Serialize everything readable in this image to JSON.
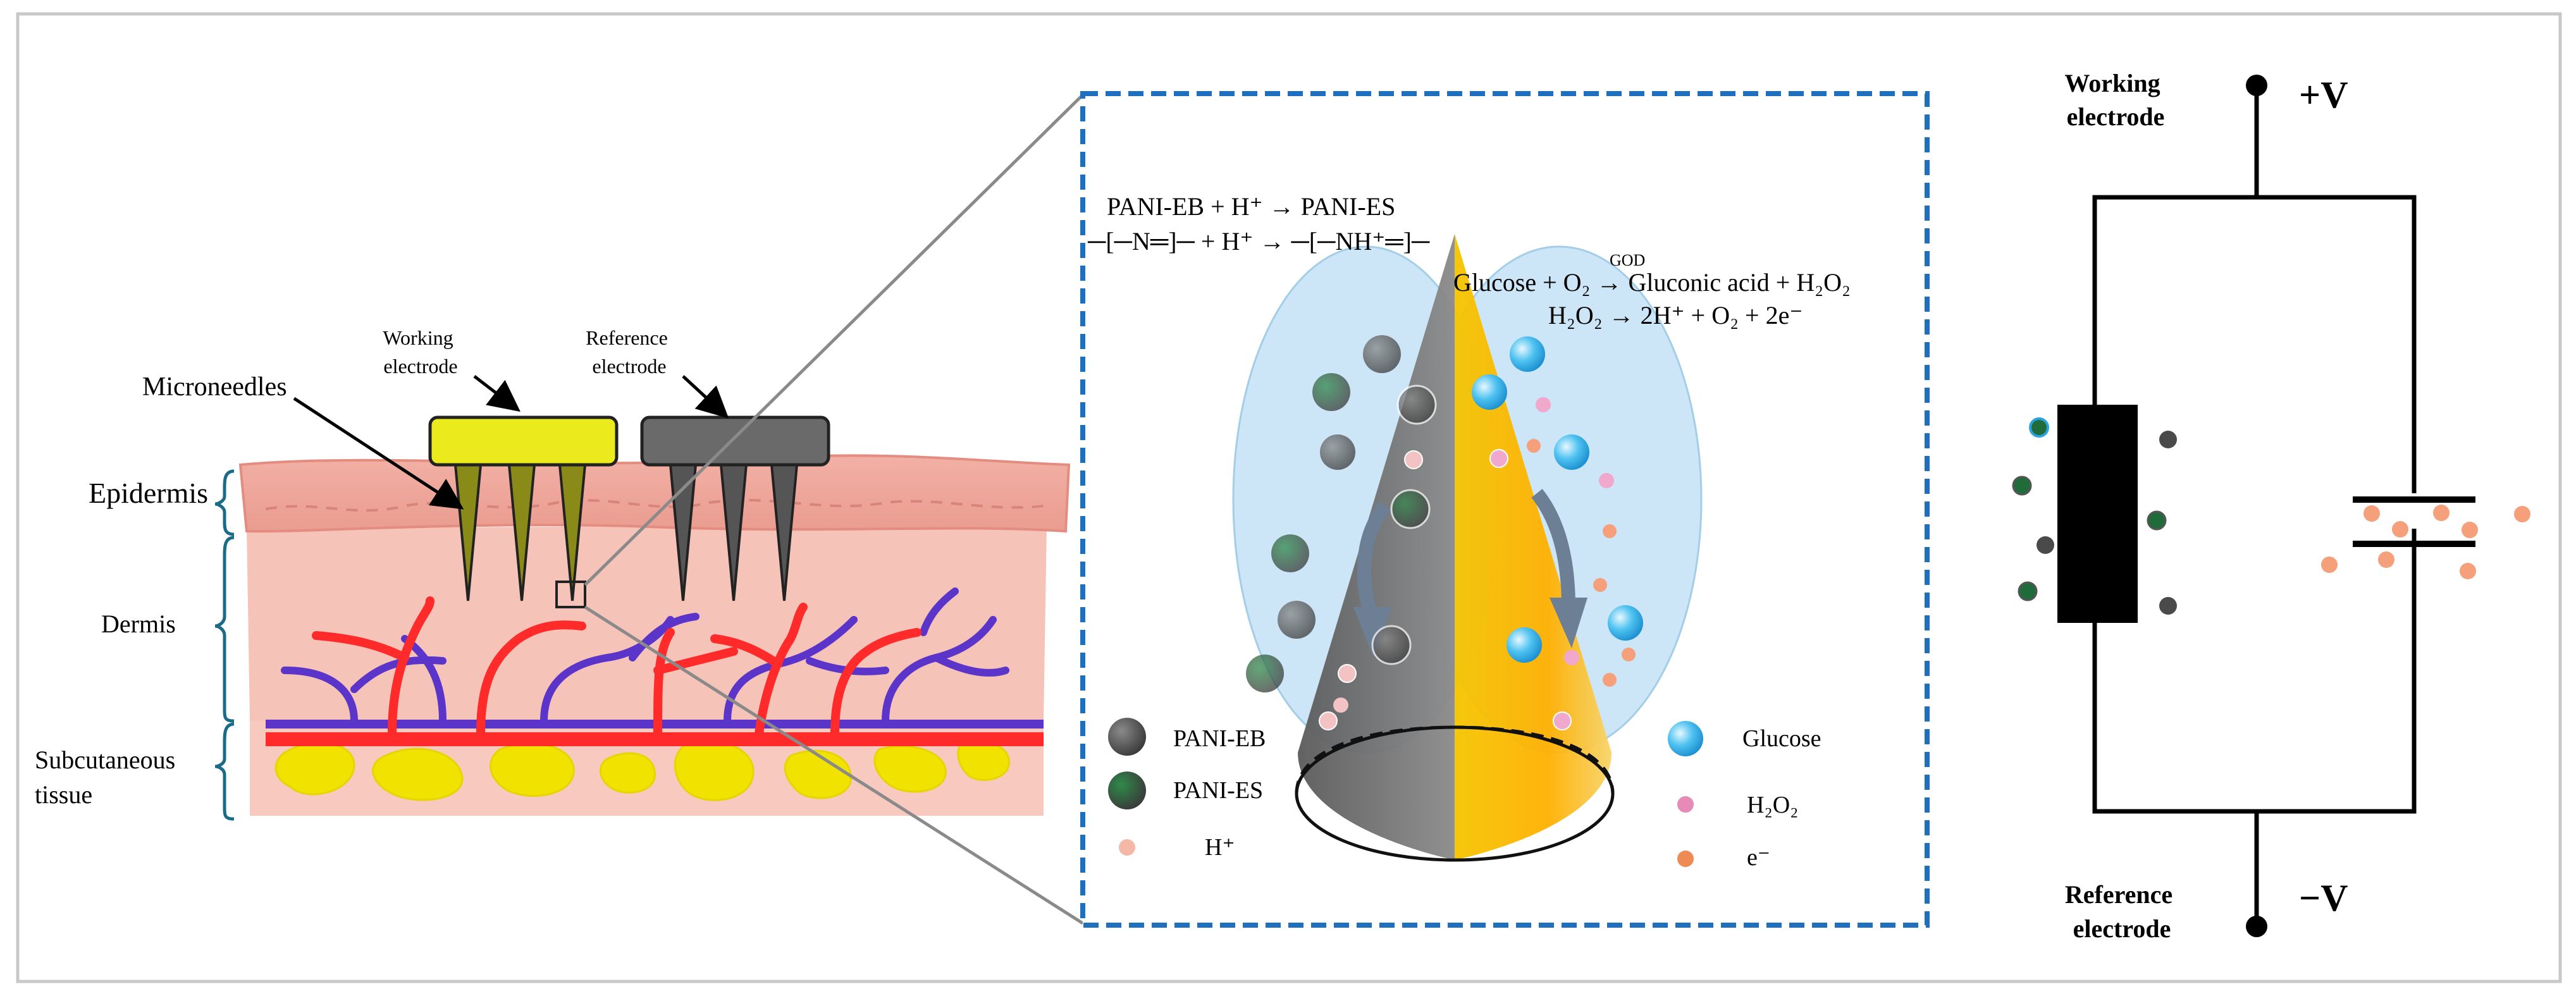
{
  "skin_panel": {
    "labels": {
      "microneedles": "Microneedles",
      "working_electrode": "Working\nelectrode",
      "reference_electrode": "Reference\nelectrode",
      "epidermis": "Epidermis",
      "dermis": "Dermis",
      "subcutaneous": "Subcutaneous\ntissue"
    }
  },
  "zoom_panel": {
    "reaction_1": "PANI-EB + H⁺ → PANI-ES",
    "reaction_2": "─[─N═]─ + H⁺ → ─[─NH⁺═]─",
    "reaction_3": "Glucose + O₂ → Gluconic  acid + H₂O₂",
    "reaction_3_catalyst": "GOD",
    "reaction_4": "H₂O₂ → 2H⁺ + O₂ + 2e⁻",
    "legend": [
      {
        "label": "PANI-EB",
        "color": "#4a4a4a"
      },
      {
        "label": "PANI-ES",
        "color": "#1f6b3a"
      },
      {
        "label": "H⁺",
        "color": "#f6b8a6"
      },
      {
        "label": "Glucose",
        "color": "#2aa3e0"
      },
      {
        "label": "H₂O₂",
        "color": "#e88ab8"
      },
      {
        "label": "e⁻",
        "color": "#f08a55"
      }
    ],
    "border_color": "#1f6fbf"
  },
  "circuit_panel": {
    "working_label": "Working\nelectrode",
    "plus_v": "+V",
    "reference_label": "Reference\nelectrode",
    "minus_v": "−V"
  }
}
